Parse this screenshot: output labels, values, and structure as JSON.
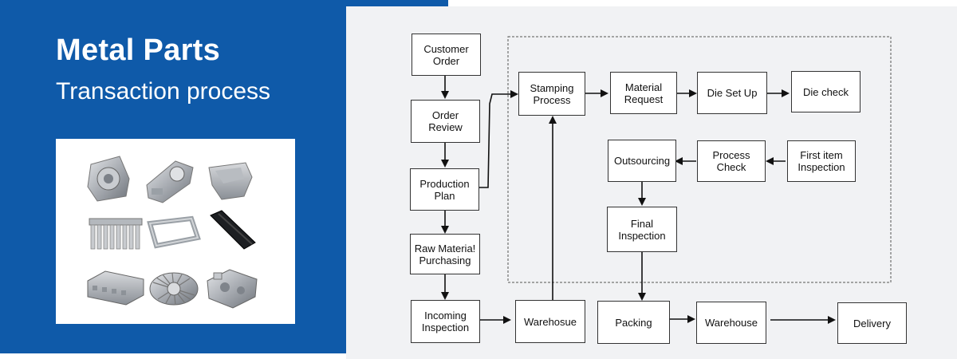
{
  "banner": {
    "title": "Metal Parts",
    "subtitle": "Transaction process"
  },
  "products": {
    "items": [
      "motor-housing",
      "pump-housing",
      "bracket",
      "heat-sink-profile",
      "frame",
      "rail-profile",
      "enclosure",
      "radial-heat-sink",
      "valve-body"
    ]
  },
  "flow": {
    "nodes": {
      "customer_order": "Customer\nOrder",
      "order_review": "Order\nReview",
      "production_plan": "Production\nPlan",
      "raw_material": "Raw Materia!\nPurchasing",
      "incoming_inspection": "Incoming\nInspection",
      "warehouse_in": "Warehosue",
      "stamping": "Stamping\nProcess",
      "material_request": "Material\nRequest",
      "die_setup": "Die Set Up",
      "die_check": "Die check",
      "first_item": "First item\nInspection",
      "process_check": "Process\nCheck",
      "outsourcing": "Outsourcing",
      "final_inspection": "Final\nInspection",
      "packing": "Packing",
      "warehouse_out": "Warehouse",
      "delivery": "Delivery"
    }
  },
  "colors": {
    "banner_blue": "#0f5aa9",
    "flow_bg": "#f1f2f4",
    "line": "#111111"
  }
}
